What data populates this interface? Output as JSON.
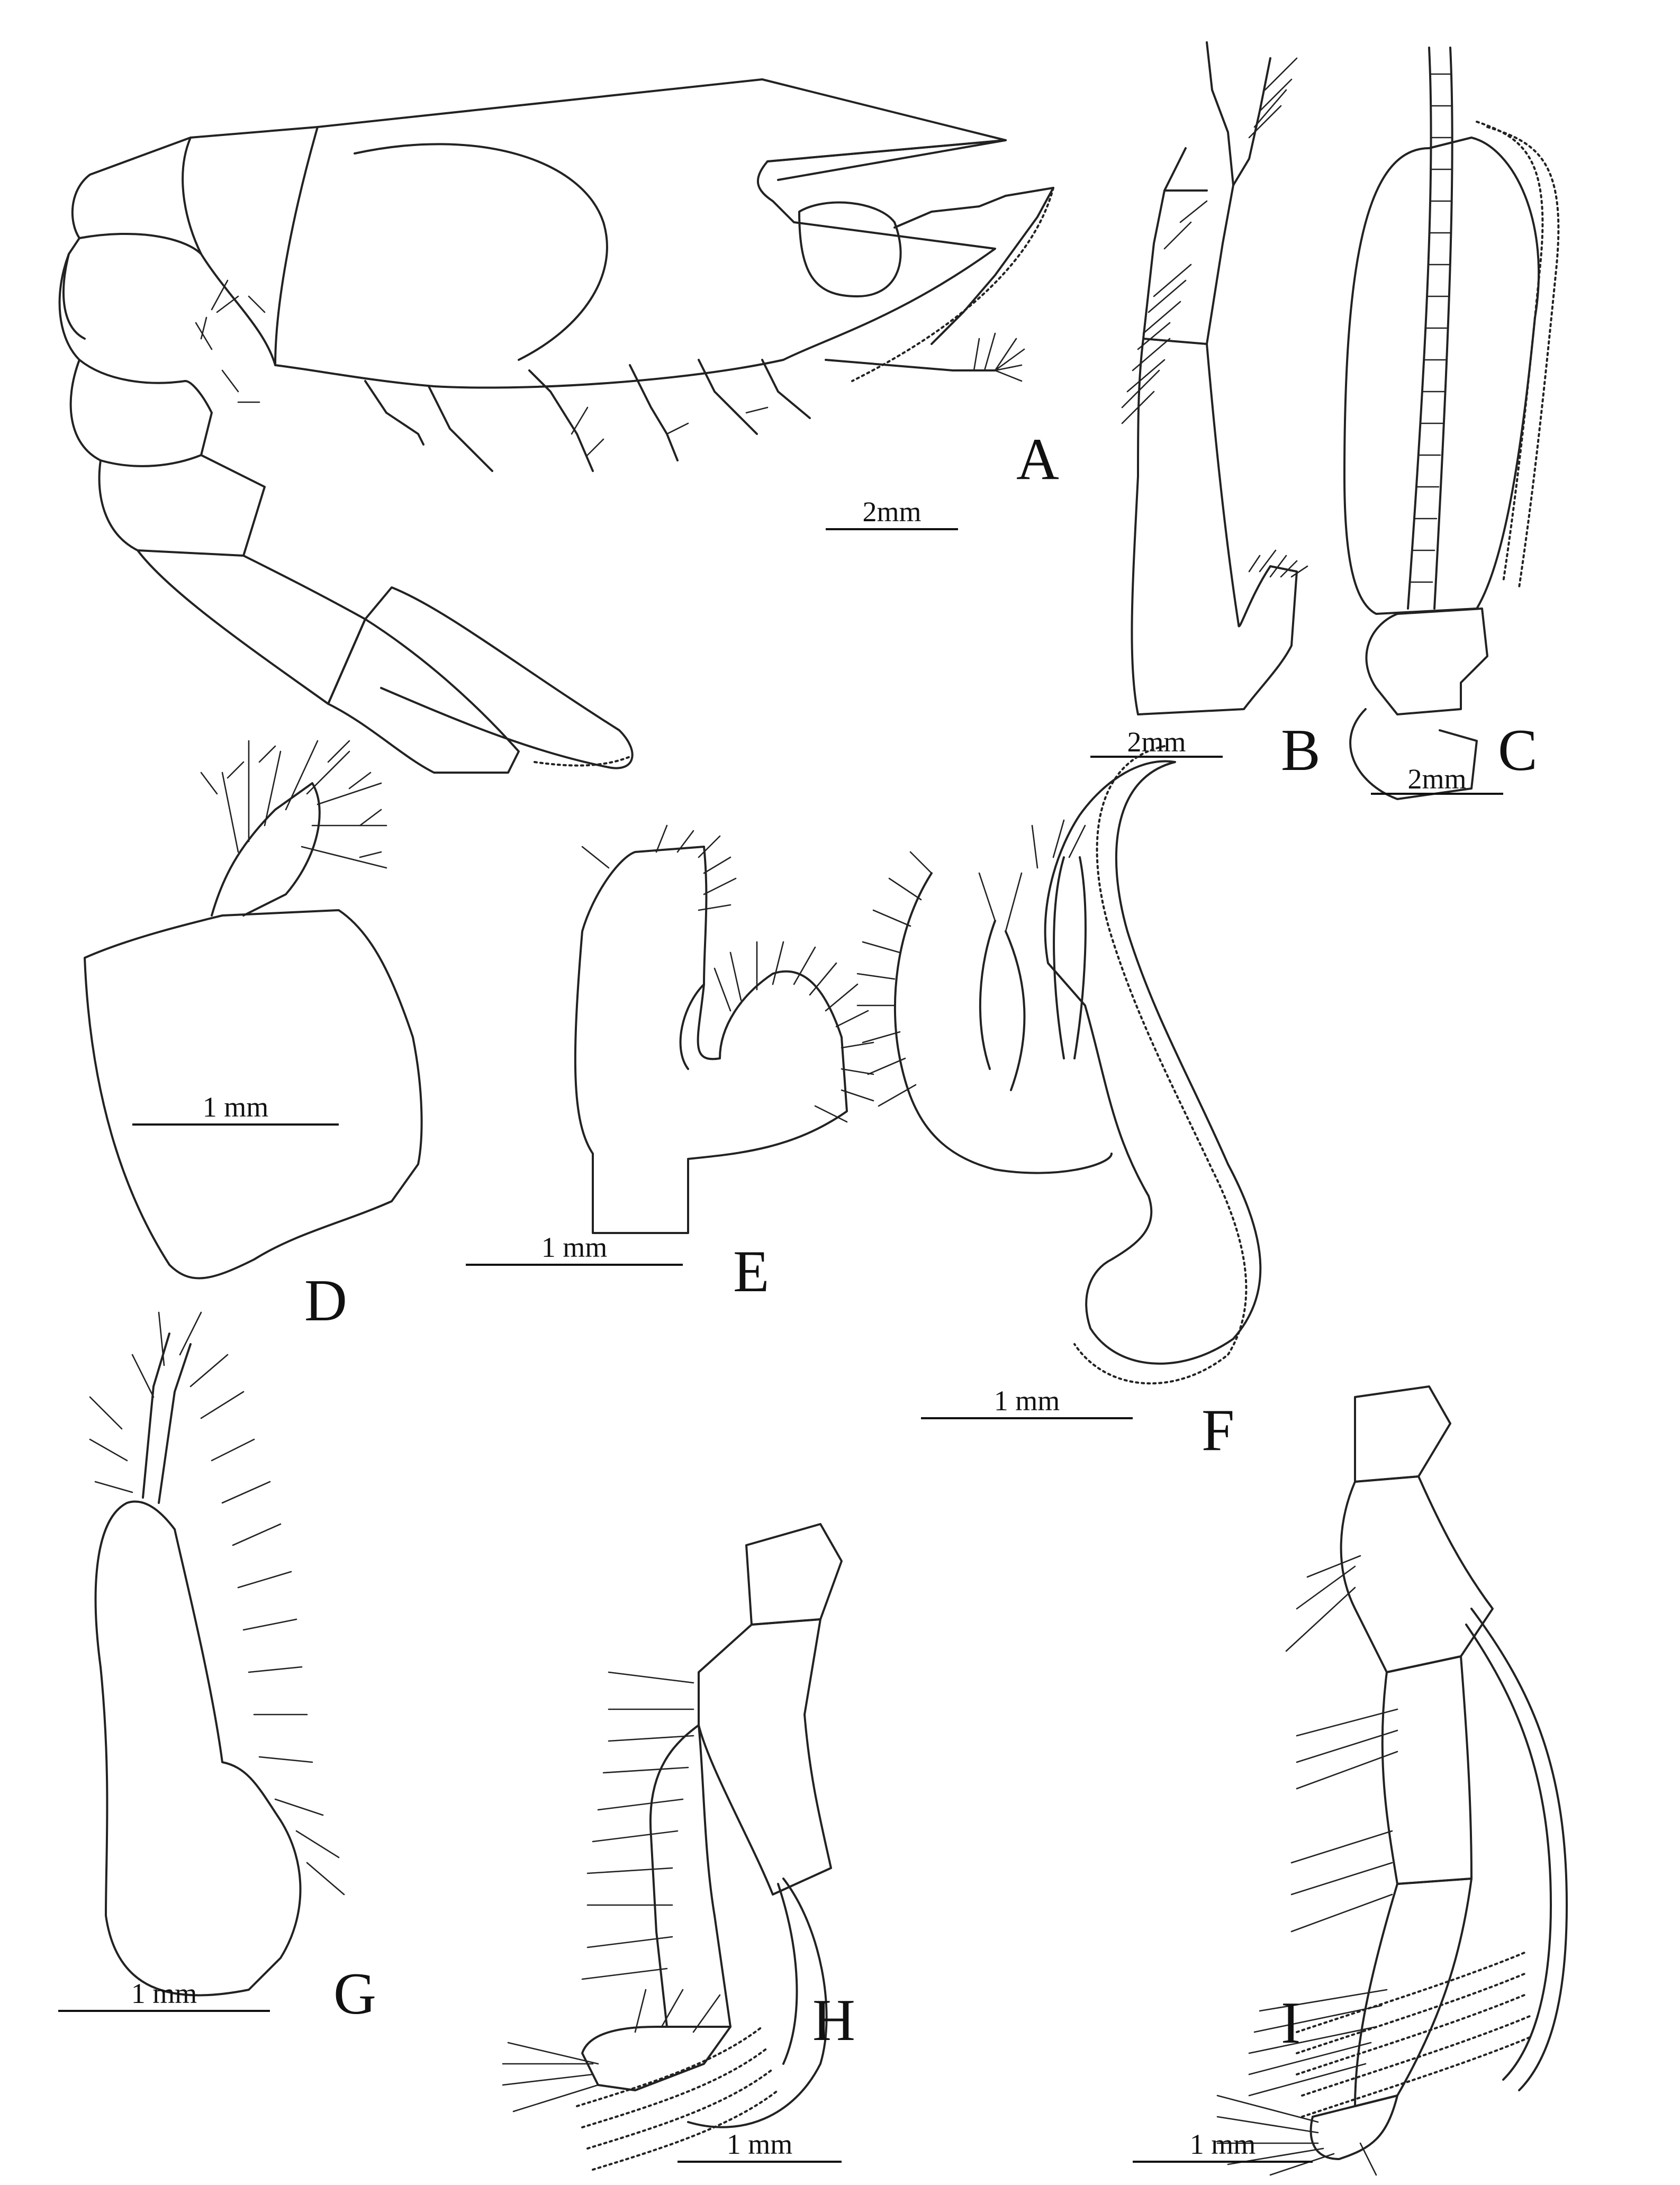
{
  "panels": [
    {
      "id": "A",
      "letter": "A",
      "scale": "2mm"
    },
    {
      "id": "B",
      "letter": "B",
      "scale": "2mm"
    },
    {
      "id": "C",
      "letter": "C",
      "scale": "2mm"
    },
    {
      "id": "D",
      "letter": "D",
      "scale": "1 mm"
    },
    {
      "id": "E",
      "letter": "E",
      "scale": "1 mm"
    },
    {
      "id": "F",
      "letter": "F",
      "scale": "1 mm"
    },
    {
      "id": "G",
      "letter": "G",
      "scale": "1 mm"
    },
    {
      "id": "H",
      "letter": "H",
      "scale": "1 mm"
    },
    {
      "id": "I",
      "letter": "I",
      "scale": "1 mm"
    }
  ]
}
